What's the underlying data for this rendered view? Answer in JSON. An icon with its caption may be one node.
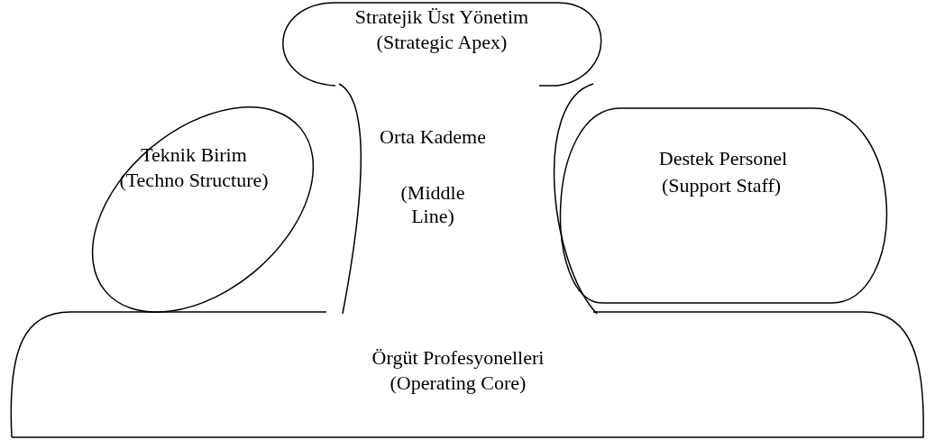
{
  "diagram": {
    "nodes": [
      {
        "text": [
          "Stratejik Üst Yönetim",
          "(Strategic Apex)"
        ]
      },
      {
        "text": [
          "Teknik Birim",
          "(Techno Structure)"
        ]
      },
      {
        "text": [
          "Orta Kademe",
          "(Middle Line)"
        ]
      },
      {
        "text": [
          "Destek Personel",
          "(Support Staff)"
        ]
      },
      {
        "text": [
          "Örgüt Profesyonelleri",
          "(Operating Core)"
        ]
      }
    ],
    "edges": []
  }
}
